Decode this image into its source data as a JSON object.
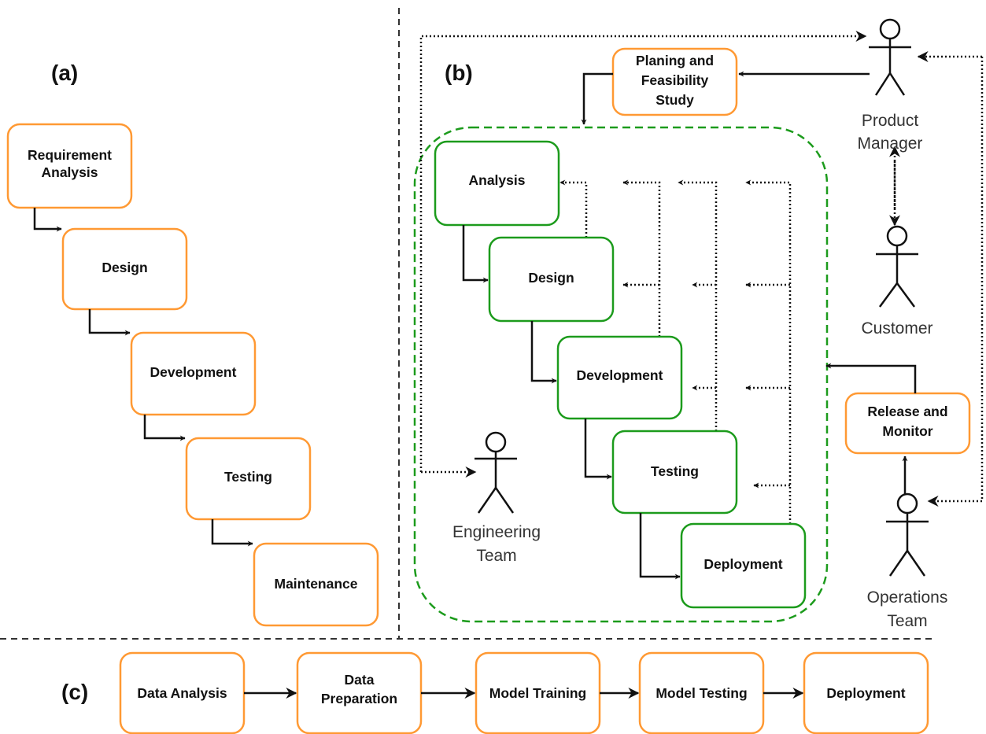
{
  "panels": {
    "a": "(a)",
    "b": "(b)",
    "c": "(c)"
  },
  "waterfall": {
    "requirement": [
      "Requirement",
      "Analysis"
    ],
    "design": "Design",
    "development": "Development",
    "testing": "Testing",
    "maintenance": "Maintenance"
  },
  "agile": {
    "planning": [
      "Planing and",
      "Feasibility",
      "Study"
    ],
    "analysis": "Analysis",
    "design": "Design",
    "development": "Development",
    "testing": "Testing",
    "deployment": "Deployment",
    "release": [
      "Release and",
      "Monitor"
    ]
  },
  "actors": {
    "product_manager": [
      "Product",
      "Manager"
    ],
    "customer": "Customer",
    "engineering": [
      "Engineering",
      "Team"
    ],
    "operations": [
      "Operations",
      "Team"
    ]
  },
  "ml_pipeline": {
    "data_analysis": "Data Analysis",
    "data_preparation": [
      "Data",
      "Preparation"
    ],
    "model_training": "Model Training",
    "model_testing": "Model Testing",
    "deployment": "Deployment"
  },
  "colors": {
    "orange_box": "#ff9933",
    "green_box": "#1c9b1c",
    "arrow": "#111111"
  }
}
